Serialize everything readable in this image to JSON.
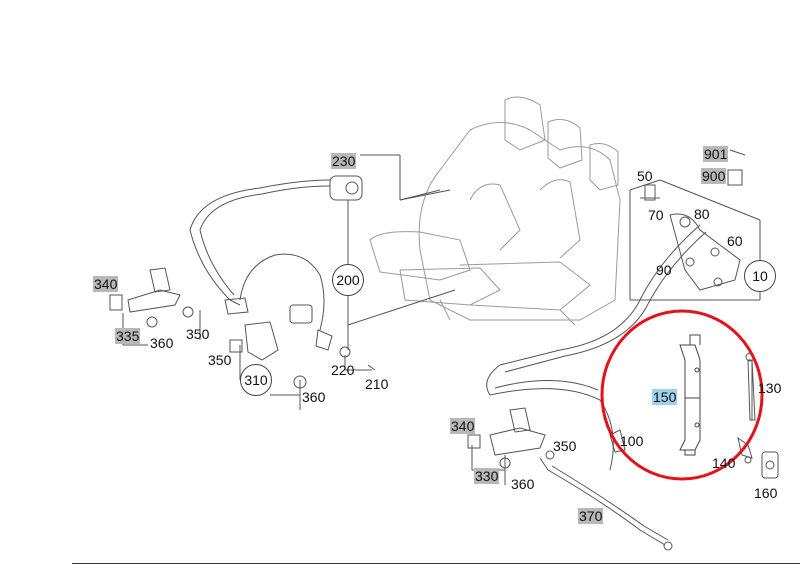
{
  "diagram": {
    "part_labels": {
      "p10": "10",
      "p50": "50",
      "p60": "60",
      "p70": "70",
      "p80": "80",
      "p90": "90",
      "p100": "100",
      "p130": "130",
      "p140": "140",
      "p150": "150",
      "p160": "160",
      "p200": "200",
      "p210": "210",
      "p220": "220",
      "p230": "230",
      "p310": "310",
      "p330": "330",
      "p335": "335",
      "p340_left": "340",
      "p340_right": "340",
      "p350_a": "350",
      "p350_b": "350",
      "p350_c": "350",
      "p360_a": "360",
      "p360_b": "360",
      "p360_c": "360",
      "p370": "370",
      "p900": "900",
      "p901": "901"
    },
    "highlighted_parts": [
      "230",
      "340",
      "335",
      "330",
      "370",
      "900",
      "901"
    ],
    "selected_part": "150",
    "colors": {
      "highlight": "#b8b8b8",
      "selected": "#9fd1ea",
      "circle": "#e3131b",
      "lines": "#555555"
    }
  }
}
